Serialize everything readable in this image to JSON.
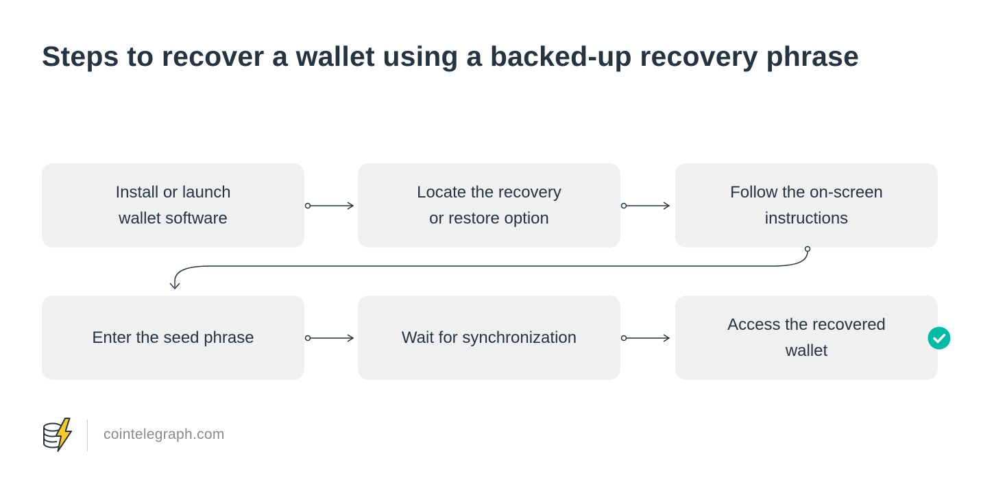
{
  "title": "Steps to recover a wallet using a backed-up recovery phrase",
  "steps": [
    {
      "label": "Install or launch wallet software"
    },
    {
      "label": "Locate the recovery or restore option"
    },
    {
      "label": "Follow the on-screen instructions"
    },
    {
      "label": "Enter the seed phrase"
    },
    {
      "label": "Wait for synchronization"
    },
    {
      "label": "Access the recovered wallet"
    }
  ],
  "badge": {
    "icon": "check-icon",
    "color": "#00BBA6"
  },
  "footer": {
    "site": "cointelegraph.com",
    "logo": "cointelegraph-logo"
  },
  "colors": {
    "background": "#FFFFFF",
    "box_bg": "#F0F0F1",
    "text_dark": "#263340",
    "arrow": "#263340",
    "footer_text": "#8A8A8A",
    "accent_teal": "#00BBA6",
    "logo_yellow": "#FBC926"
  }
}
